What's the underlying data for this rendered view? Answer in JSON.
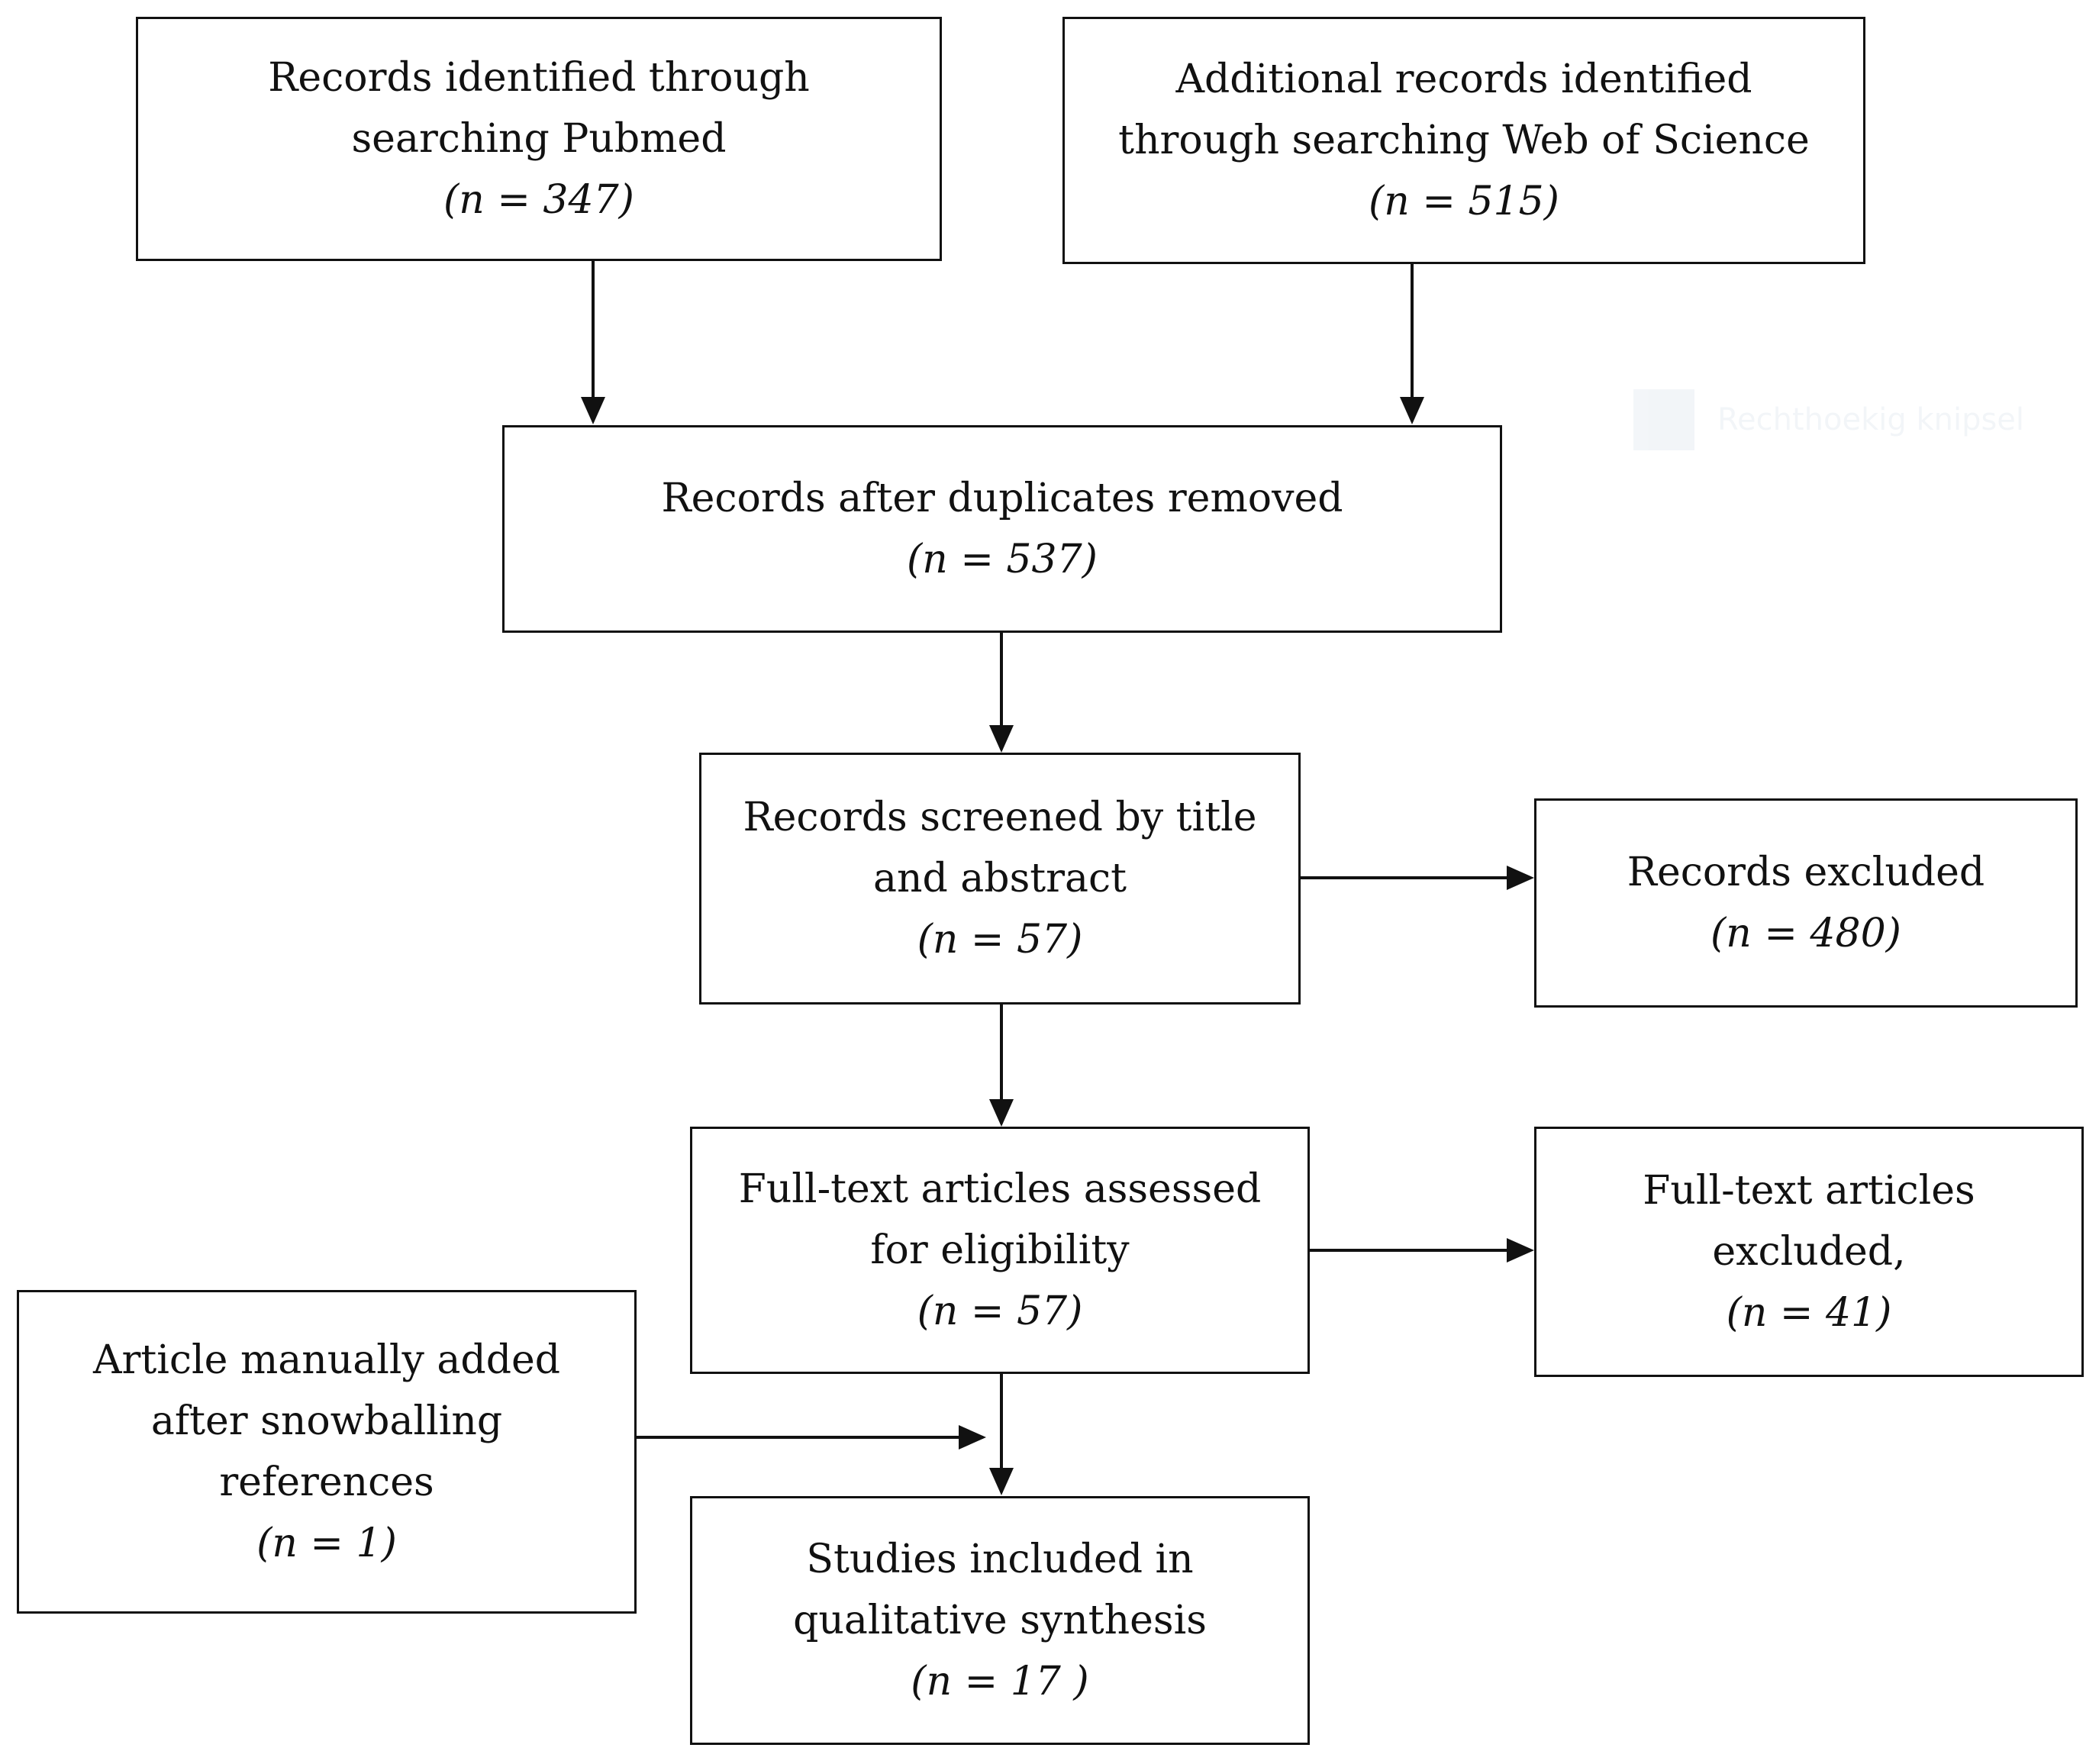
{
  "boxes": {
    "pubmed": {
      "lines": [
        "Records identified through",
        "searching Pubmed"
      ],
      "n": "(n = 347)"
    },
    "web_of_science": {
      "lines": [
        "Additional records identified",
        "through searching Web of Science"
      ],
      "n": "(n = 515)"
    },
    "duplicates_removed": {
      "lines": [
        "Records after duplicates removed"
      ],
      "n": "(n = 537)"
    },
    "screened": {
      "lines": [
        "Records screened by title",
        "and abstract"
      ],
      "n": "(n = 57)"
    },
    "excluded": {
      "lines": [
        "Records excluded"
      ],
      "n": "(n = 480)"
    },
    "fulltext_assessed": {
      "lines": [
        "Full-text articles assessed",
        "for eligibility"
      ],
      "n": "(n = 57)"
    },
    "fulltext_excluded": {
      "lines": [
        "Full-text articles",
        "excluded,"
      ],
      "n": "(n = 41)"
    },
    "manual_added": {
      "lines": [
        "Article manually added",
        "after snowballing",
        "references"
      ],
      "n": "(n = 1)"
    },
    "included": {
      "lines": [
        "Studies included in",
        "qualitative synthesis"
      ],
      "n": "(n = 17 )"
    }
  },
  "watermark": "Rechthoekig knipsel"
}
